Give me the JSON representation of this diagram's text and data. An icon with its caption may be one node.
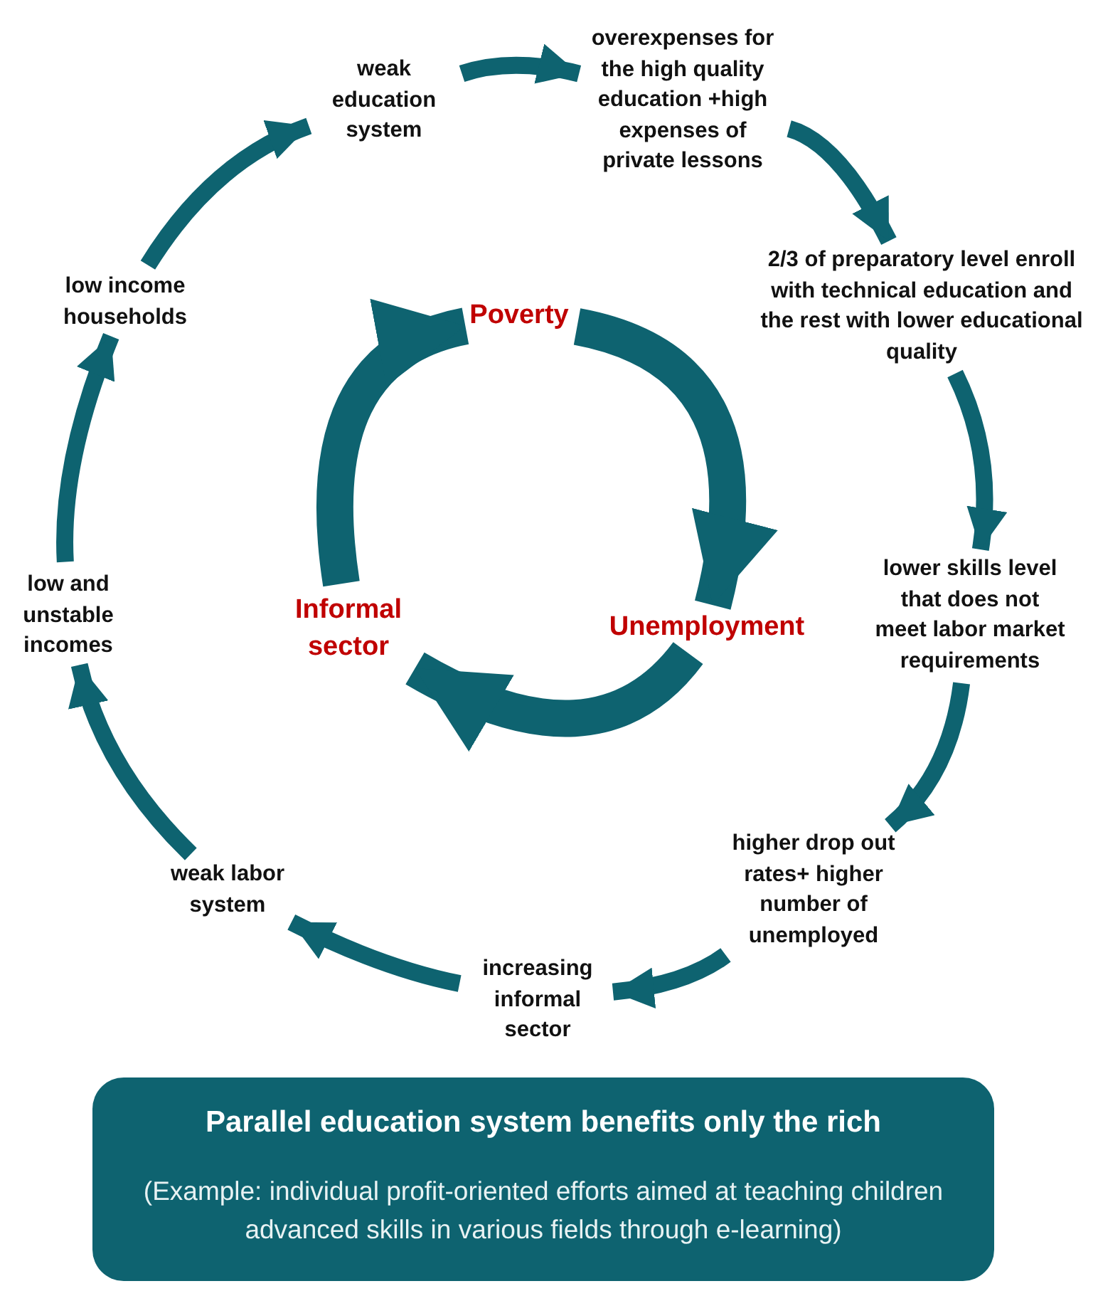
{
  "diagram": {
    "nodes": [
      {
        "text": [
          "weak education system"
        ]
      },
      {
        "text": [
          "overexpenses for the high quality education +high expenses of private lessons"
        ]
      },
      {
        "text": [
          "2/3 of preparatory level enroll with technical education and the rest with lower educational quality"
        ]
      },
      {
        "text": [
          "lower skills level that does not meet labor market requirements"
        ]
      },
      {
        "text": [
          "higher drop out rates+ higher number of unemployed"
        ]
      },
      {
        "text": [
          "increasing informal sector"
        ]
      },
      {
        "text": [
          "weak labor system"
        ]
      },
      {
        "text": [
          "low and unstable incomes"
        ]
      },
      {
        "text": [
          "low income households"
        ]
      },
      {
        "text": [
          "Poverty"
        ]
      },
      {
        "text": [
          "Unemployment"
        ]
      },
      {
        "text": [
          "Informal sector"
        ]
      },
      {
        "text": [
          "Parallel education system benefits only the rich",
          "(Example: individual profit-oriented efforts aimed at teaching children advanced skills in various fields through e-learning)"
        ]
      }
    ],
    "edges": [
      {
        "from": 0,
        "to": 1,
        "arrow": "to"
      },
      {
        "from": 1,
        "to": 2,
        "arrow": "to"
      },
      {
        "from": 2,
        "to": 3,
        "arrow": "to"
      },
      {
        "from": 3,
        "to": 4,
        "arrow": "to"
      },
      {
        "from": 4,
        "to": 5,
        "arrow": "to"
      },
      {
        "from": 5,
        "to": 6,
        "arrow": "to"
      },
      {
        "from": 6,
        "to": 7,
        "arrow": "to"
      },
      {
        "from": 7,
        "to": 8,
        "arrow": "to"
      },
      {
        "from": 8,
        "to": 0,
        "arrow": "to"
      },
      {
        "from": 9,
        "to": 10,
        "arrow": "to",
        "style": "thick"
      },
      {
        "from": 10,
        "to": 11,
        "arrow": "to",
        "style": "thick"
      },
      {
        "from": 11,
        "to": 9,
        "arrow": "to",
        "style": "thick"
      }
    ]
  }
}
